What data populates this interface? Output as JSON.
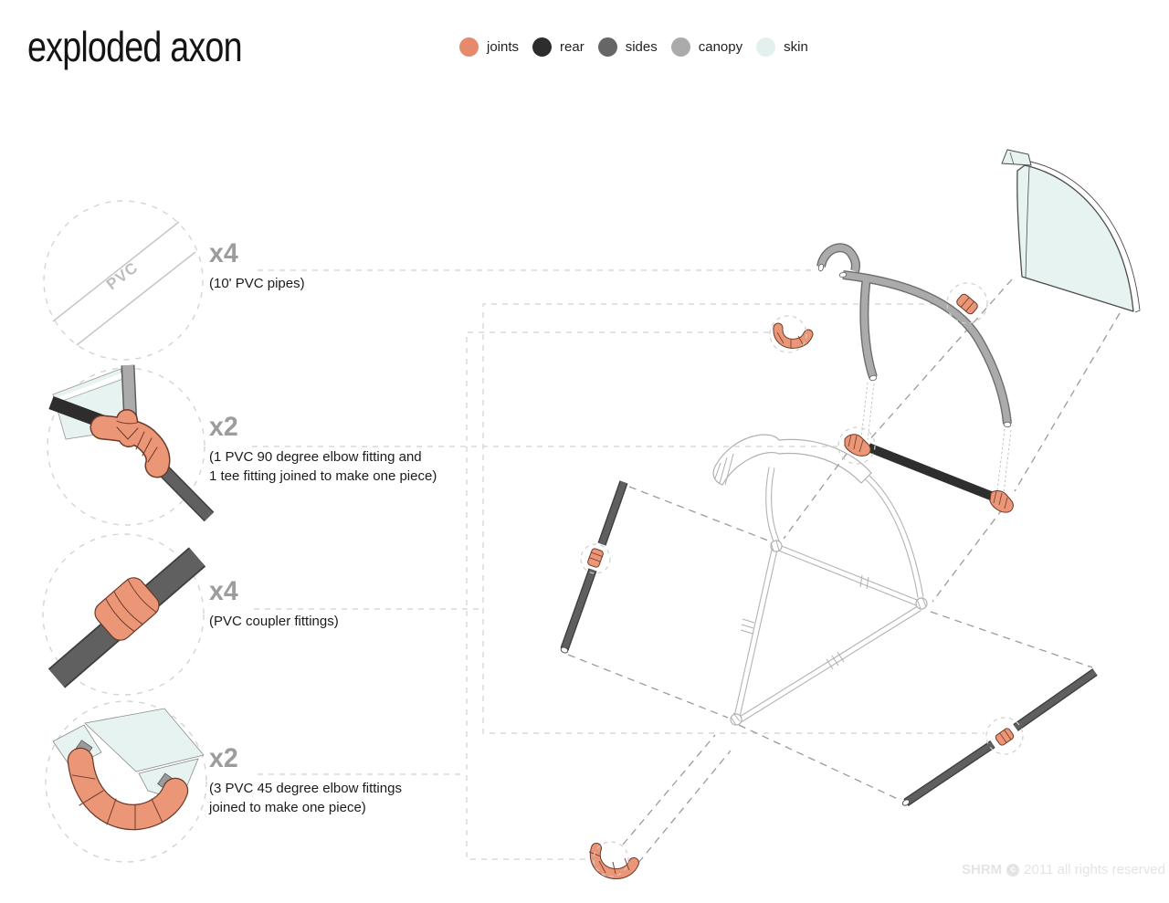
{
  "title": "exploded axon",
  "legend": {
    "items": [
      {
        "label": "joints",
        "color": "#e58a6c"
      },
      {
        "label": "rear",
        "color": "#2d2d2d"
      },
      {
        "label": "sides",
        "color": "#666666"
      },
      {
        "label": "canopy",
        "color": "#ababab"
      },
      {
        "label": "skin",
        "color": "#e3f1ee"
      }
    ]
  },
  "callouts": [
    {
      "count": "x4",
      "caption": "(10' PVC pipes)",
      "part": "10-foot PVC pipe"
    },
    {
      "count": "x2",
      "caption": "(1 PVC 90 degree elbow fitting and\n1 tee fitting joined to make one piece)",
      "part": "90-degree elbow + tee joint"
    },
    {
      "count": "x4",
      "caption": "(PVC coupler fittings)",
      "part": "PVC coupler fitting"
    },
    {
      "count": "x2",
      "caption": "(3 PVC 45 degree elbow fittings\njoined to make one piece)",
      "part": "45-degree elbow assembly"
    }
  ],
  "diagram": {
    "pipe_label": "PVC"
  },
  "colors": {
    "joint": "#ec9678",
    "joint_outline": "#6b3a28",
    "rear": "#2e2e2e",
    "sides": "#5f5f5f",
    "canopy": "#ababab",
    "skin": "#e6f3f0",
    "leader_dash": "#d9d9d9",
    "projection_dash": "#9b9b9b",
    "frame_outline": "#b0b0b0"
  },
  "footer": {
    "brand": "SHRM",
    "copyright_symbol": "c",
    "text": "2011 all rights reserved"
  }
}
